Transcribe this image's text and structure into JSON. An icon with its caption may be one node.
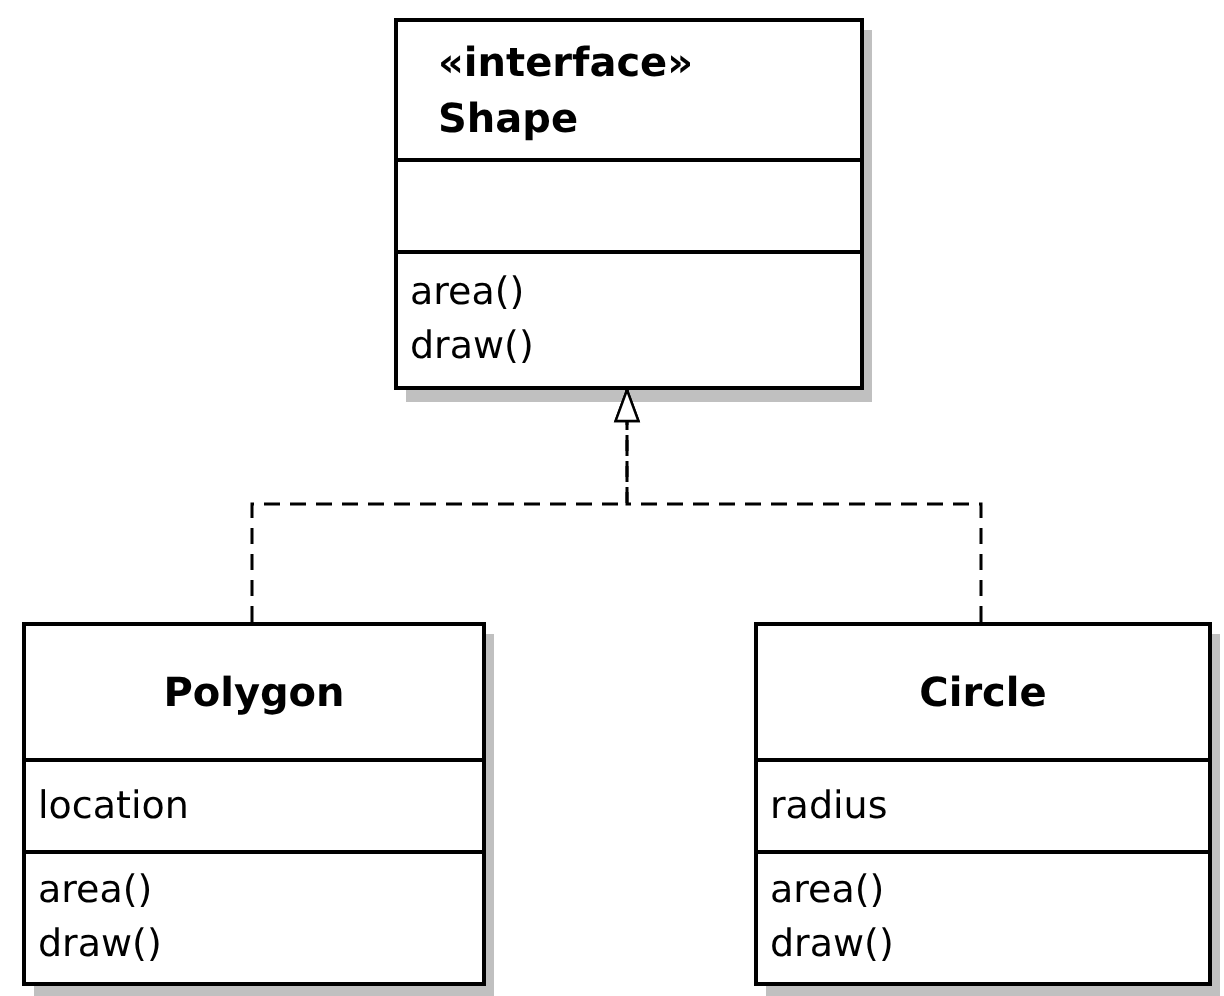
{
  "diagram": {
    "nodes": [
      {
        "text": [
          "«interface»",
          "Shape",
          "area()",
          "draw()"
        ]
      },
      {
        "text": [
          "Polygon",
          "location",
          "area()",
          "draw()"
        ]
      },
      {
        "text": [
          "Circle",
          "radius",
          "area()",
          "draw()"
        ]
      }
    ],
    "edges": [
      {
        "from": 1,
        "to": 0,
        "arrow": "to",
        "style": "dashed"
      },
      {
        "from": 2,
        "to": 0,
        "arrow": "to",
        "style": "dashed"
      }
    ]
  }
}
